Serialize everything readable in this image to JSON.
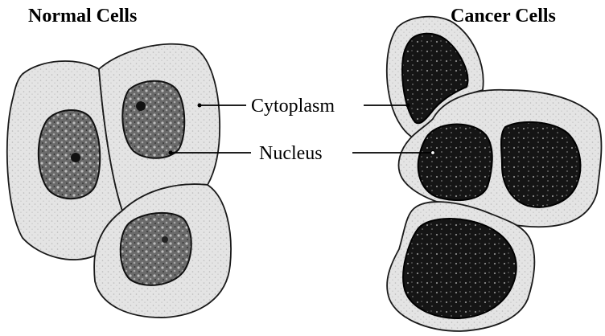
{
  "titles": {
    "left": "Normal Cells",
    "right": "Cancer Cells"
  },
  "labels": {
    "cytoplasm": "Cytoplasm",
    "nucleus": "Nucleus"
  },
  "colors": {
    "cytoplasm": "#e2e2e2",
    "normal_nucleus": "#6e6e6e",
    "cancer_nucleus": "#1a1a1a",
    "outline": "#111111"
  }
}
